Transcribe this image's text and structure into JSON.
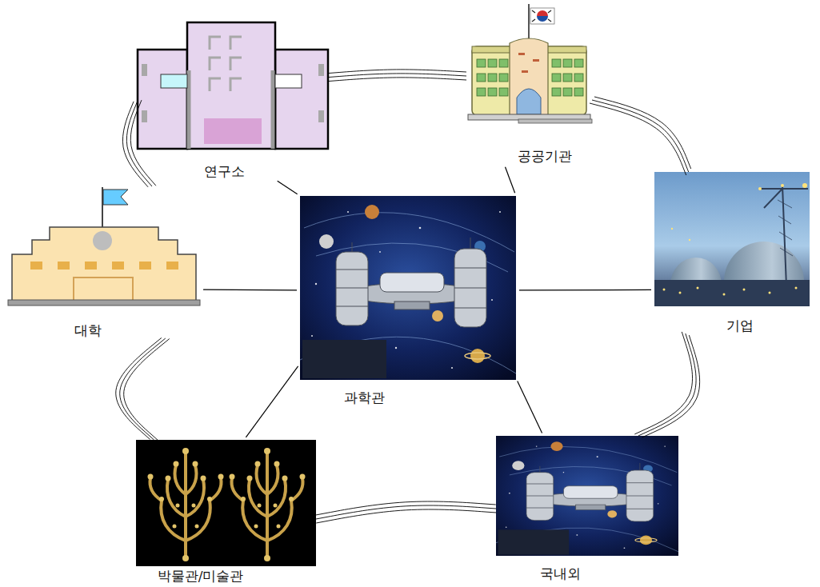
{
  "diagram": {
    "nodes": [
      {
        "text": [
          "연구소"
        ]
      },
      {
        "text": [
          "공공기관"
        ]
      },
      {
        "text": [
          "대학"
        ]
      },
      {
        "text": [
          "과학관"
        ]
      },
      {
        "text": [
          "기업"
        ]
      },
      {
        "text": [
          "박물관/미술관"
        ]
      },
      {
        "text": [
          "국내외"
        ]
      }
    ],
    "edges": [
      {
        "from": 3,
        "to": 0,
        "arrow": "none"
      },
      {
        "from": 3,
        "to": 1,
        "arrow": "none"
      },
      {
        "from": 3,
        "to": 2,
        "arrow": "none"
      },
      {
        "from": 3,
        "to": 4,
        "arrow": "none"
      },
      {
        "from": 3,
        "to": 5,
        "arrow": "none"
      },
      {
        "from": 3,
        "to": 6,
        "arrow": "none"
      },
      {
        "from": 0,
        "to": 1,
        "arrow": "none"
      },
      {
        "from": 1,
        "to": 4,
        "arrow": "none"
      },
      {
        "from": 4,
        "to": 6,
        "arrow": "none"
      },
      {
        "from": 6,
        "to": 5,
        "arrow": "none"
      },
      {
        "from": 5,
        "to": 2,
        "arrow": "none"
      },
      {
        "from": 2,
        "to": 0,
        "arrow": "none"
      }
    ]
  }
}
